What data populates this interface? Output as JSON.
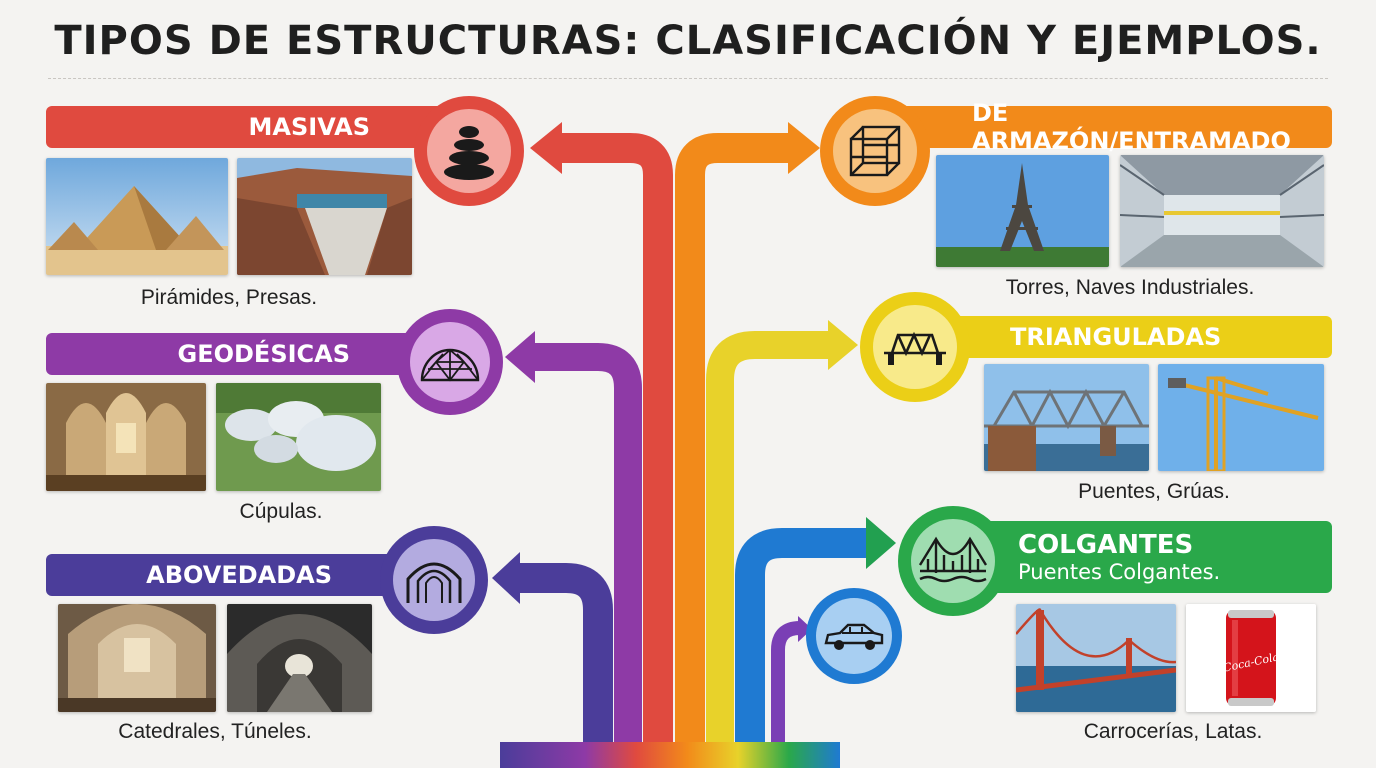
{
  "page": {
    "title": "TIPOS DE ESTRUCTURAS: CLASIFICACIÓN Y EJEMPLOS."
  },
  "categories": {
    "masivas": {
      "label": "MASIVAS",
      "examples": "Pirámides, Presas.",
      "color": "#e04a3f",
      "icon": "stacked-stones-icon"
    },
    "geodesicas": {
      "label": "GEODÉSICAS",
      "examples": "Cúpulas.",
      "color": "#8e3aa6",
      "icon": "geodesic-dome-icon"
    },
    "abovedadas": {
      "label": "ABOVEDADAS",
      "examples": "Catedrales, Túneles.",
      "color": "#4b3d9a",
      "icon": "vault-arches-icon"
    },
    "armazon": {
      "label": "DE ARMAZÓN/ENTRAMADO",
      "examples": "Torres, Naves Industriales.",
      "color": "#f28a1a",
      "icon": "frame-cube-icon"
    },
    "trianguladas": {
      "label": "TRIANGULADAS",
      "examples": "Puentes, Grúas.",
      "color": "#ebcf17",
      "icon": "truss-bridge-icon"
    },
    "colgantes": {
      "label": "COLGANTES",
      "subtitle": "Puentes Colgantes.",
      "color": "#2aa84a",
      "icon": "suspension-bridge-icon"
    },
    "laminares": {
      "examples": "Carrocerías, Latas.",
      "color": "#1f7ad2",
      "icon": "car-body-icon"
    }
  },
  "photo_subjects": {
    "can_logo_text": "Coca-Cola"
  }
}
